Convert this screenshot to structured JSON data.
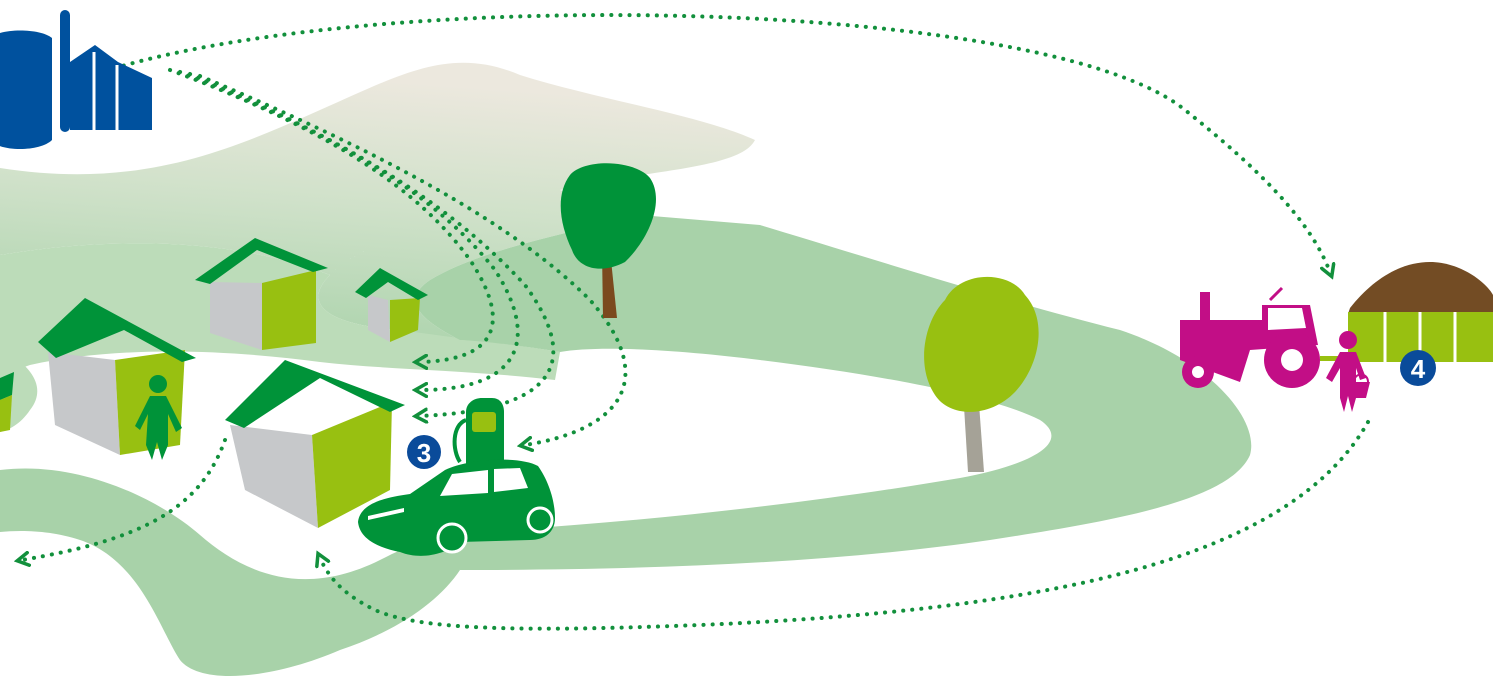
{
  "colors": {
    "background": "#ffffff",
    "road_light": "#a8d2a9",
    "road_faded": "#e9e6dc",
    "dark_green": "#009339",
    "light_green": "#98c011",
    "wall_grey": "#c6c8ca",
    "industry_blue": "#00519e",
    "badge_blue": "#0a4b9a",
    "farm_magenta": "#c20e86",
    "soil_brown": "#734c24",
    "trunk_brown": "#7b4a1e",
    "trunk_grey": "#a5a297",
    "flow_dots": "#12903c"
  },
  "badges": [
    {
      "id": "fuel-station",
      "label": "3"
    },
    {
      "id": "farm",
      "label": "4"
    }
  ],
  "icons": [
    "biogas-plant-icon",
    "house-icon",
    "person-icon",
    "tree-icon",
    "fuel-pump-icon",
    "car-icon",
    "tractor-icon",
    "manure-trailer-icon",
    "bucket-icon"
  ]
}
